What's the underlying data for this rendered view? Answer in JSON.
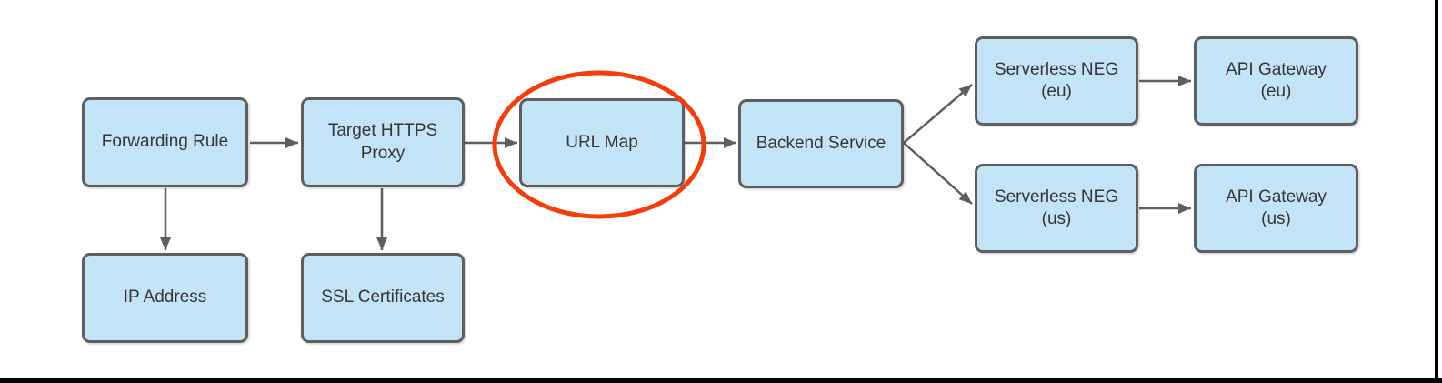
{
  "colors": {
    "node_fill": "#c3e3f7",
    "node_border": "#5e5e5e",
    "arrow": "#5e5e5e",
    "highlight": "#f73c0c",
    "text": "#363636",
    "frame": "#000000"
  },
  "diagram": {
    "description": "Load balancing architecture flow diagram with URL Map highlighted",
    "nodes": {
      "forwarding_rule": {
        "line1": "Forwarding Rule"
      },
      "target_https_proxy": {
        "line1": "Target HTTPS",
        "line2": "Proxy"
      },
      "url_map": {
        "line1": "URL Map"
      },
      "backend_service": {
        "line1": "Backend Service"
      },
      "serverless_neg_eu": {
        "line1": "Serverless NEG",
        "line2": "(eu)"
      },
      "api_gateway_eu": {
        "line1": "API Gateway",
        "line2": "(eu)"
      },
      "serverless_neg_us": {
        "line1": "Serverless NEG",
        "line2": "(us)"
      },
      "api_gateway_us": {
        "line1": "API Gateway",
        "line2": "(us)"
      },
      "ip_address": {
        "line1": "IP Address"
      },
      "ssl_certificates": {
        "line1": "SSL Certificates"
      }
    },
    "edges": [
      {
        "from": "forwarding_rule",
        "to": "target_https_proxy"
      },
      {
        "from": "target_https_proxy",
        "to": "url_map"
      },
      {
        "from": "url_map",
        "to": "backend_service"
      },
      {
        "from": "backend_service",
        "to": "serverless_neg_eu"
      },
      {
        "from": "backend_service",
        "to": "serverless_neg_us"
      },
      {
        "from": "serverless_neg_eu",
        "to": "api_gateway_eu"
      },
      {
        "from": "serverless_neg_us",
        "to": "api_gateway_us"
      },
      {
        "from": "forwarding_rule",
        "to": "ip_address"
      },
      {
        "from": "target_https_proxy",
        "to": "ssl_certificates"
      }
    ],
    "annotation": {
      "type": "ellipse",
      "around": "url_map",
      "color": "#f73c0c"
    }
  }
}
